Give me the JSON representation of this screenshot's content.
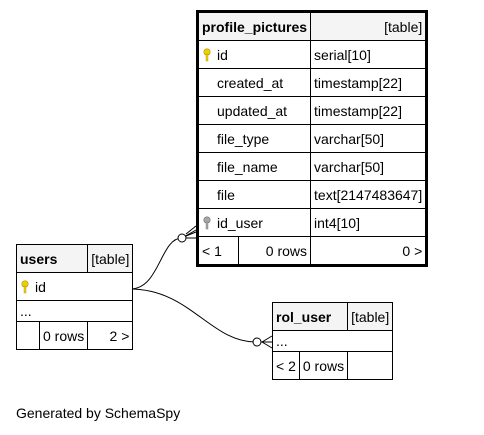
{
  "tables": {
    "profile_pictures": {
      "name": "profile_pictures",
      "kind": "[table]",
      "columns": [
        {
          "name": "id",
          "type": "serial[10]",
          "key": "primary"
        },
        {
          "name": "created_at",
          "type": "timestamp[22]",
          "key": ""
        },
        {
          "name": "updated_at",
          "type": "timestamp[22]",
          "key": ""
        },
        {
          "name": "file_type",
          "type": "varchar[50]",
          "key": ""
        },
        {
          "name": "file_name",
          "type": "varchar[50]",
          "key": ""
        },
        {
          "name": "file",
          "type": "text[2147483647]",
          "key": ""
        },
        {
          "name": "id_user",
          "type": "int4[10]",
          "key": "foreign"
        }
      ],
      "footer": {
        "parents": "< 1",
        "rows": "0 rows",
        "children": "0 >"
      }
    },
    "users": {
      "name": "users",
      "kind": "[table]",
      "columns": [
        {
          "name": "id",
          "key": "primary"
        }
      ],
      "ellipsis": "...",
      "footer": {
        "parents": "",
        "rows": "0 rows",
        "children": "2 >"
      }
    },
    "rol_user": {
      "name": "rol_user",
      "kind": "[table]",
      "ellipsis": "...",
      "footer": {
        "parents": "< 2",
        "rows": "0 rows",
        "children": ""
      }
    }
  },
  "colors": {
    "primary_key": "#f0d000",
    "foreign_key": "#a8a8a8",
    "header_bg": "#f4f4f4"
  },
  "footer_text": "Generated by SchemaSpy"
}
